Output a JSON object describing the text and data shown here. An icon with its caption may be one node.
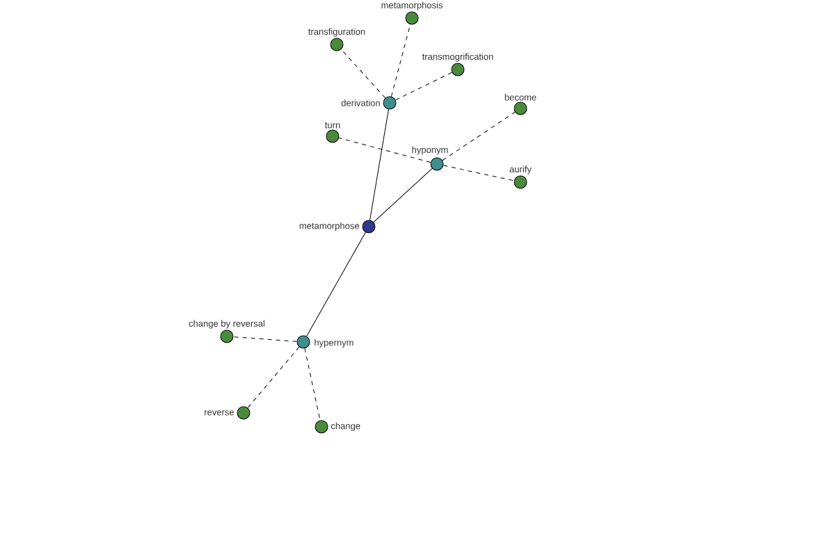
{
  "diagram": {
    "nodes": [
      {
        "text": [
          "metamorphose"
        ]
      },
      {
        "text": [
          "derivation"
        ]
      },
      {
        "text": [
          "hyponym"
        ]
      },
      {
        "text": [
          "hypernym"
        ]
      },
      {
        "text": [
          "metamorphosis"
        ]
      },
      {
        "text": [
          "transfiguration"
        ]
      },
      {
        "text": [
          "transmogrification"
        ]
      },
      {
        "text": [
          "become"
        ]
      },
      {
        "text": [
          "turn"
        ]
      },
      {
        "text": [
          "aurify"
        ]
      },
      {
        "text": [
          "change by reversal"
        ]
      },
      {
        "text": [
          "reverse"
        ]
      },
      {
        "text": [
          "change"
        ]
      }
    ],
    "edges": [
      {
        "from": 0,
        "to": 1,
        "arrow": "none"
      },
      {
        "from": 0,
        "to": 2,
        "arrow": "none"
      },
      {
        "from": 0,
        "to": 3,
        "arrow": "none"
      },
      {
        "from": 1,
        "to": 4,
        "arrow": "none",
        "style": "dashed"
      },
      {
        "from": 1,
        "to": 5,
        "arrow": "none",
        "style": "dashed"
      },
      {
        "from": 1,
        "to": 6,
        "arrow": "none",
        "style": "dashed"
      },
      {
        "from": 2,
        "to": 7,
        "arrow": "none",
        "style": "dashed"
      },
      {
        "from": 2,
        "to": 8,
        "arrow": "none",
        "style": "dashed"
      },
      {
        "from": 2,
        "to": 9,
        "arrow": "none",
        "style": "dashed"
      },
      {
        "from": 3,
        "to": 10,
        "arrow": "none",
        "style": "dashed"
      },
      {
        "from": 3,
        "to": 11,
        "arrow": "none",
        "style": "dashed"
      },
      {
        "from": 3,
        "to": 12,
        "arrow": "none",
        "style": "dashed"
      }
    ]
  }
}
